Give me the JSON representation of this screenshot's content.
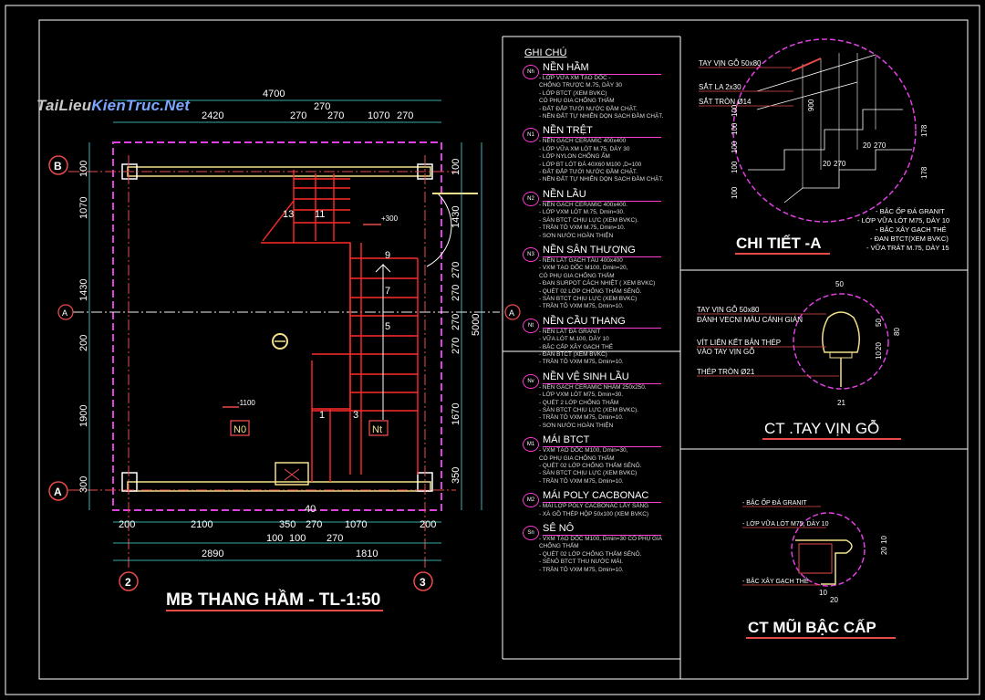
{
  "watermark": {
    "text_a": "TaiLieu",
    "text_b": "KienTruc.Net"
  },
  "plan": {
    "title": "MB THANG HẦM - TL-1:50",
    "grid_labels": {
      "b": "B",
      "a": "A",
      "a_section": "A",
      "col2": "2",
      "col3": "3"
    },
    "dims_top": [
      "4700",
      "2420",
      "270",
      "270",
      "270",
      "1070",
      "270"
    ],
    "dims_bottom": [
      "200",
      "2100",
      "350",
      "270",
      "1070",
      "200",
      "40",
      "100",
      "100",
      "270",
      "2890",
      "1810"
    ],
    "dims_left": [
      "100",
      "1070",
      "1430",
      "200",
      "1900",
      "300"
    ],
    "dims_right": [
      "100",
      "1430",
      "270",
      "270",
      "270",
      "270",
      "1670",
      "350",
      "5000"
    ],
    "stair_numbers": [
      "13",
      "11",
      "9",
      "7",
      "5",
      "1",
      "3"
    ],
    "level_upper": "+300",
    "level_lower": "-1100",
    "tag_n0": "N0",
    "tag_nt": "Nt"
  },
  "notes": {
    "title": "GHI CHÚ",
    "sections": [
      {
        "badge": "Nh",
        "heading": "NỀN HẦM",
        "lines": [
          "- LỚP VỮA XM TẠO DỐC -",
          "  CHỐNG TRƯỢC M.75, DÀY 30",
          "- LỚP BTCT (XEM BVKC)",
          "  CÓ PHỤ GIA CHỐNG THẤM",
          "- ĐẤT ĐẮP TƯỚI NƯỚC ĐẦM CHẶT.",
          "- NỀN ĐẤT TỰ NHIÊN DỌN SẠCH ĐẦM CHẶT."
        ]
      },
      {
        "badge": "N1",
        "heading": "NỀN TRỆT",
        "lines": [
          "- NỀN GẠCH CERAMIC 400x400",
          "- LỚP VỮA XM LÓT M.75, DÀY 30",
          "- LỚP NYLON CHỐNG ẨM",
          "- LỚP BT LÓT ĐÁ 40X60 M100 ,D=100",
          "- ĐẤT ĐẮP TƯỚI NƯỚC ĐẦM CHẶT.",
          "- NỀN ĐẤT TỰ NHIÊN DỌN SẠCH ĐẦM CHẶT."
        ]
      },
      {
        "badge": "N2",
        "heading": "NỀN LẦU",
        "lines": [
          "- NỀN GẠCH CERAMIC 400x400.",
          "- LỚP VXM LÓT M.75, Dmin=30.",
          "- SÀN BTCT CHỊU LỰC (XEM BVKC).",
          "- TRẦN TÔ VXM M.75, Dmin=10.",
          "- SƠN NƯỚC HOÀN THIỆN"
        ]
      },
      {
        "badge": "N3",
        "heading": "NỀN SÂN THƯỢNG",
        "lines": [
          "- NỀN LÁT GẠCH TÀU 400x400",
          "- VXM TẠO DỐC M100, Dmin=20,",
          "  CÓ PHỤ GIA CHỐNG THẤM",
          "- ĐAN SURPOT CÁCH NHIỆT ( XEM BVKC)",
          "- QUÉT 02 LỚP CHỐNG THẤM SẼNÔ.",
          "- SÀN BTCT CHỊU LỰC (XEM BVKC)",
          "- TRẦN TÔ VXM M75, Dmin=10."
        ]
      },
      {
        "badge": "Nt",
        "heading": "NỀN CẦU THANG",
        "lines": [
          "- NỀN LÁT ĐÁ GRANIT",
          "- VỮA LÓT M.100, DÀY 10",
          "- BẬC CẤP XÂY GẠCH THẺ",
          "- ĐAN BTCT (XEM BVKC)",
          "- TRẦN TÔ VXM M75, Dmin=10."
        ]
      },
      {
        "badge": "Nv",
        "heading": "NỀN VỆ SINH LẦU",
        "lines": [
          "- NỀN GẠCH CERAMIC NHÁM 250x250.",
          "- LỚP VXM LÓT M75, Dmin=30.",
          "- QUÉT 2 LỚP CHỐNG THẤM",
          "- SÀN BTCT CHỊU LỰC (XEM BVKC).",
          "- TRẦN TÔ VXM M75, Dmin=10.",
          "- SƠN NƯỚC HOÀN THIỆN"
        ]
      },
      {
        "badge": "M1",
        "heading": "MÁI BTCT",
        "lines": [
          "- VXM TẠO DỐC M100, Dmin=30,",
          "  CÓ PHỤ GIA CHỐNG THẤM",
          "- QUÉT 02 LỚP CHỐNG THẤM SẼNÔ.",
          "- SÀN BTCT CHỊU LỰC (XEM BVKC)",
          "- TRẦN TÔ VXM M75, Dmin=10."
        ]
      },
      {
        "badge": "M2",
        "heading": "MÁI POLY CACBONAC",
        "lines": [
          "- MÁI LỢP POLY CACBONAC LẤY SÁNG",
          "- XÀ GỒ THÉP HỘP 50x100 (XEM BVKC)"
        ]
      },
      {
        "badge": "Sn",
        "heading": "SÊ NÔ",
        "lines": [
          "- VXM TẠO DỐC M100, Dmin=30 CÓ PHỤ GIA",
          "  CHỐNG THẤM",
          "- QUÉT 02 LỚP CHỐNG THẤM SẼNÔ.",
          "- SẼNÔ BTCT THU NƯỚC MÁI.",
          "- TRẦN TÔ VXM M75, Dmin=10."
        ]
      }
    ]
  },
  "detail_a": {
    "title": "CHI TIẾT -A",
    "labels": [
      "TAY VỊN GỖ 50x80",
      "SẮT LA 2x30",
      "SẮT TRÒN Ø14"
    ],
    "right_labels": [
      "- BẬC ỐP ĐÁ GRANIT",
      "- LỚP VỮA LÓT M75, DÀY 10",
      "- BẬC XÂY GẠCH THẺ",
      "- ĐAN BTCT(XEM BVKC)",
      "- VỮA TRÁT M.75, DÀY 15"
    ],
    "dims": [
      "900",
      "20",
      "270",
      "178",
      "178",
      "20",
      "270",
      "100",
      "100",
      "100",
      "100",
      "100"
    ]
  },
  "detail_rail": {
    "title": "CT .TAY VỊN GỖ",
    "labels": [
      "TAY VỊN GỖ 50x80",
      "ĐÁNH VECNI MÀU CÁNH GIÁN",
      "VÍT LIÊN KẾT BẢN THÉP",
      "VÀO TAY VỊN GỖ",
      "THÉP TRÒN Ø21"
    ],
    "dims": [
      "50",
      "50",
      "80",
      "20",
      "10",
      "21"
    ]
  },
  "detail_nose": {
    "title": "CT MŨI BẬC CẤP",
    "labels": [
      "- BẬC ỐP ĐÁ GRANIT",
      "- LỚP VỮA LÓT M75, DÀY 10",
      "- BẬC XÂY GẠCH THẺ"
    ],
    "dims": [
      "10",
      "20",
      "20",
      "10"
    ]
  }
}
